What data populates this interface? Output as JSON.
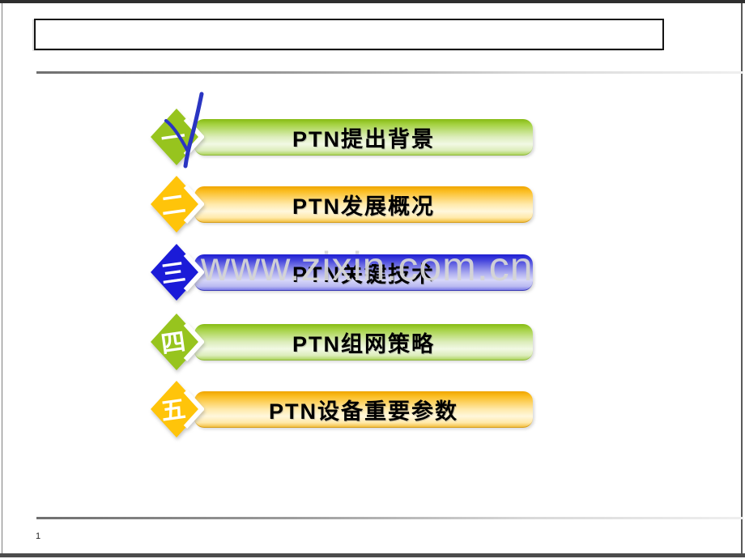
{
  "slide": {
    "title_placeholder": "",
    "page_number": "1",
    "watermark": "www.zixin.com.cn"
  },
  "agenda": [
    {
      "num": "一",
      "label": "PTN提出背景",
      "theme_color": "#97c41e",
      "checked": true
    },
    {
      "num": "二",
      "label": "PTN发展概况",
      "theme_color": "#ffc40a",
      "checked": false
    },
    {
      "num": "三",
      "label": "PTN关键技术",
      "theme_color": "#1b1bd8",
      "checked": false
    },
    {
      "num": "四",
      "label": "PTN组网策略",
      "theme_color": "#97c41e",
      "checked": false
    },
    {
      "num": "五",
      "label": "PTN设备重要参数",
      "theme_color": "#ffc40a",
      "checked": false
    }
  ],
  "colors": {
    "diamond_green": "#97c41e",
    "diamond_gold": "#ffc40a",
    "diamond_blue": "#1b1bd8",
    "checkmark_blue": "#2a35c2",
    "watermark_gray": "#d5d5d5",
    "frame_dark": "#2e2e2e"
  },
  "icons": {
    "checkmark": "handwritten check over item 1",
    "diamond_arrow": "diamond badge with white right chevron"
  }
}
